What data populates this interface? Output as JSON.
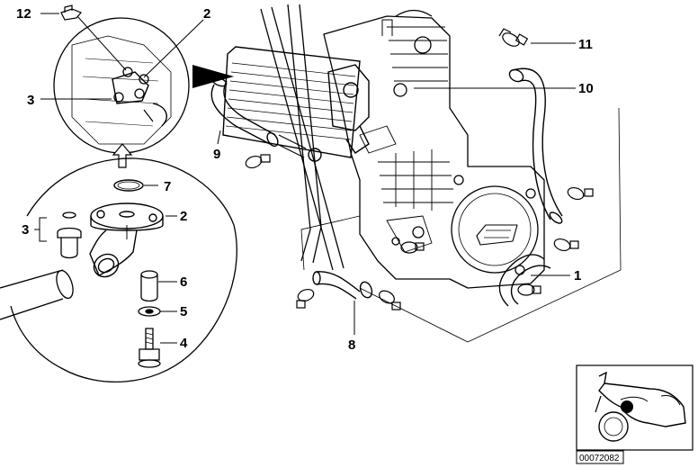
{
  "labels": {
    "c12": "12",
    "c2_top": "2",
    "c3_top": "3",
    "c7": "7",
    "c3_left": "3",
    "c2_mid": "2",
    "c6": "6",
    "c5": "5",
    "c4": "4",
    "c11": "11",
    "c10": "10",
    "c9": "9",
    "c1": "1",
    "c8": "8"
  },
  "thumbnail": {
    "code": "00072082"
  },
  "colors": {
    "ink": "#000000",
    "paper": "#ffffff",
    "marker": "#000000"
  }
}
